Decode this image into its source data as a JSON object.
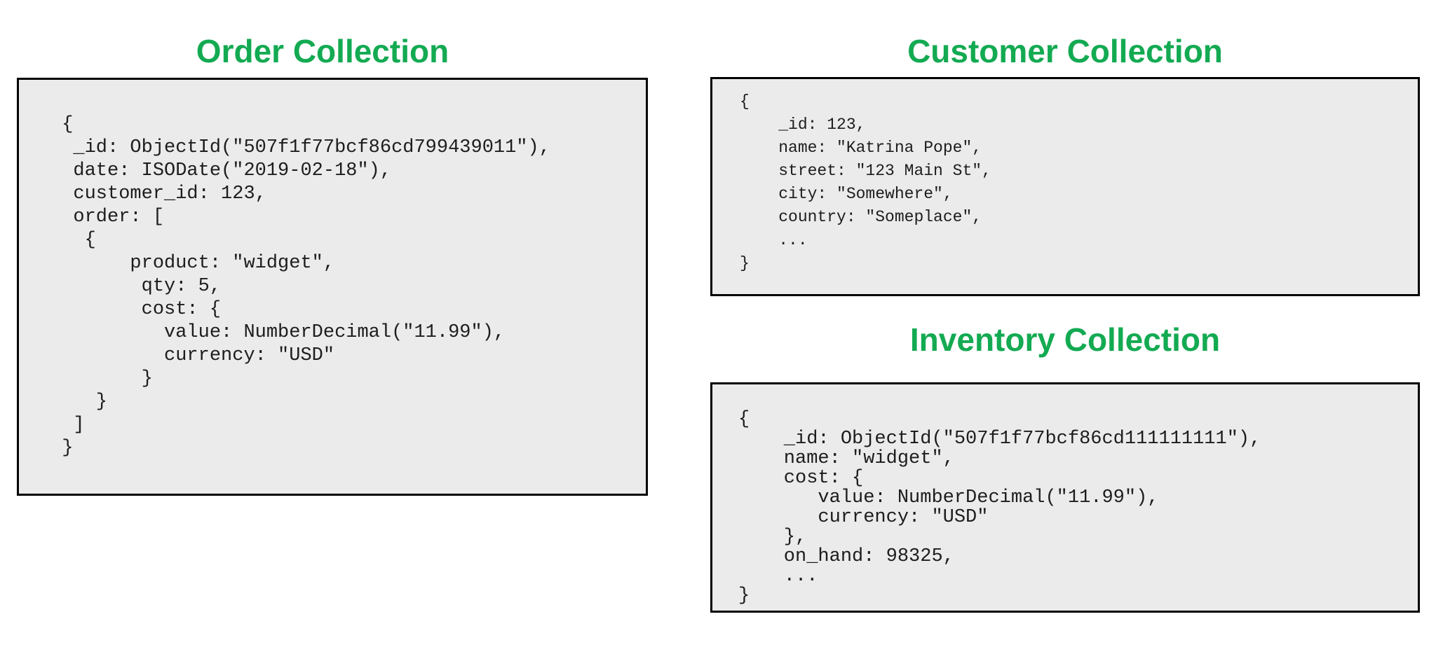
{
  "colors": {
    "title_green": "#13aa52",
    "box_background": "#ebebeb",
    "box_border": "#000000",
    "code_text": "#1d1d1d",
    "page_background": "#ffffff"
  },
  "panels": {
    "order": {
      "title": "Order Collection",
      "code_lines": [
        " {",
        "  _id: ObjectId(\"507f1f77bcf86cd799439011\"),",
        "  date: ISODate(\"2019-02-18\"),",
        "  customer_id: 123,",
        "  order: [",
        "   {",
        "       product: \"widget\",",
        "        qty: 5,",
        "        cost: {",
        "          value: NumberDecimal(\"11.99\"),",
        "          currency: \"USD\"",
        "        }",
        "    }",
        "  ]",
        " }"
      ]
    },
    "customer": {
      "title": "Customer Collection",
      "code_lines": [
        "{",
        "    _id: 123,",
        "    name: \"Katrina Pope\",",
        "    street: \"123 Main St\",",
        "    city: \"Somewhere\",",
        "    country: \"Someplace\",",
        "    ...",
        "}"
      ]
    },
    "inventory": {
      "title": "Inventory Collection",
      "code_lines": [
        "{",
        "    _id: ObjectId(\"507f1f77bcf86cd111111111\"),",
        "    name: \"widget\",",
        "    cost: {",
        "       value: NumberDecimal(\"11.99\"),",
        "       currency: \"USD\"",
        "    },",
        "    on_hand: 98325,",
        "    ...",
        "}"
      ]
    }
  }
}
